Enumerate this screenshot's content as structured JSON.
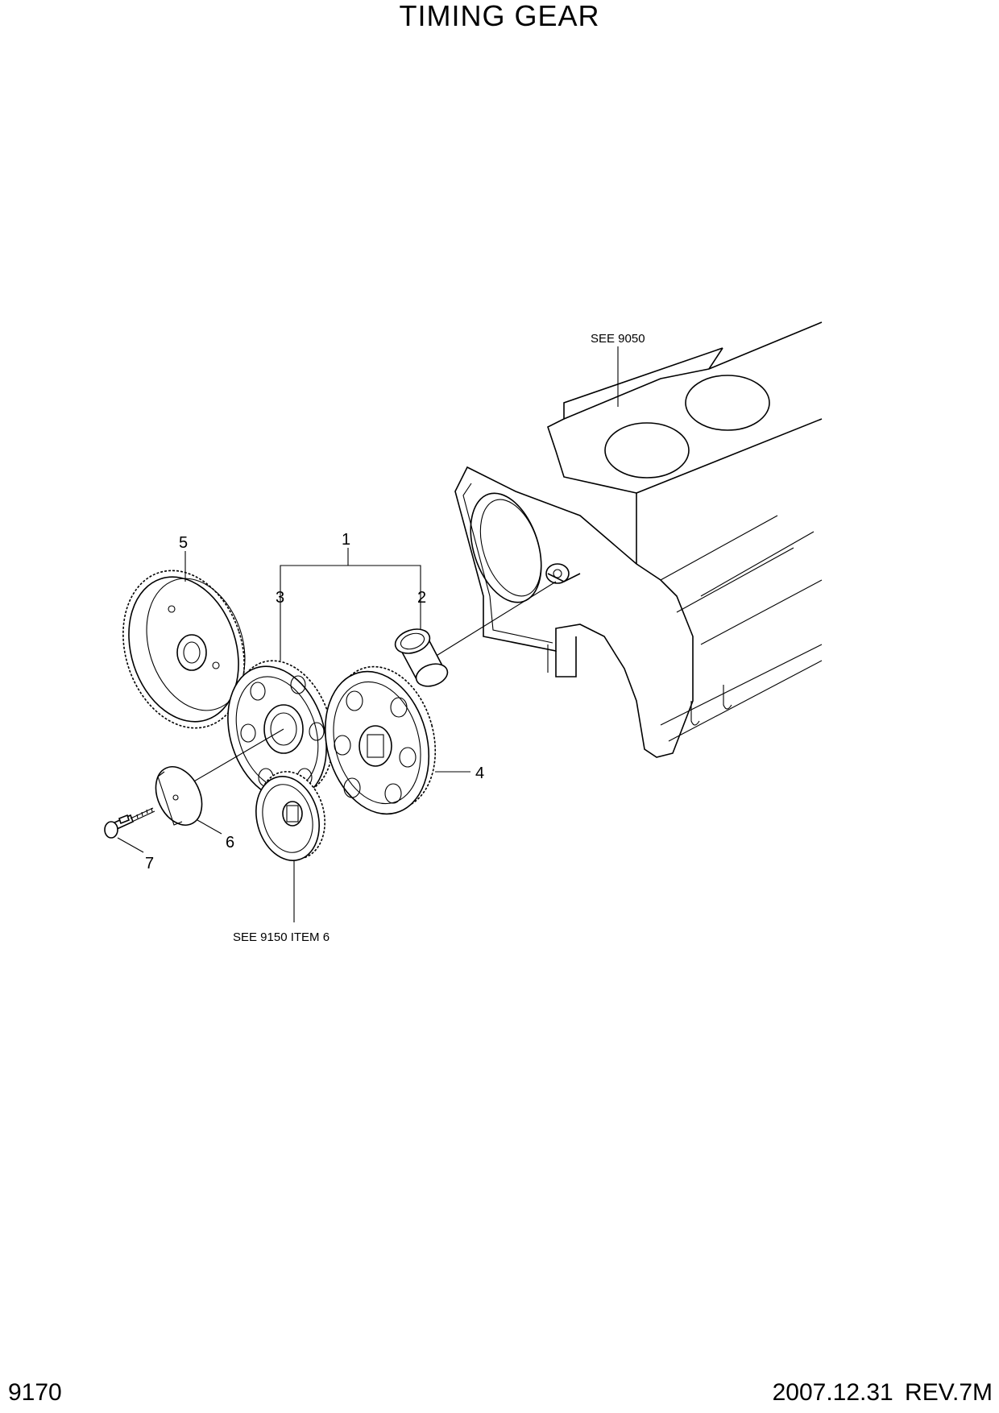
{
  "title": "TIMING GEAR",
  "page_number": "9170",
  "revision": "2007.12.31  REV.7M",
  "references": {
    "block": "SEE 9050",
    "crank_gear": "SEE 9150 ITEM 6"
  },
  "callouts": [
    {
      "id": "callout-1",
      "label": "1"
    },
    {
      "id": "callout-2",
      "label": "2"
    },
    {
      "id": "callout-3",
      "label": "3"
    },
    {
      "id": "callout-4",
      "label": "4"
    },
    {
      "id": "callout-5",
      "label": "5"
    },
    {
      "id": "callout-6",
      "label": "6"
    },
    {
      "id": "callout-7",
      "label": "7"
    }
  ]
}
